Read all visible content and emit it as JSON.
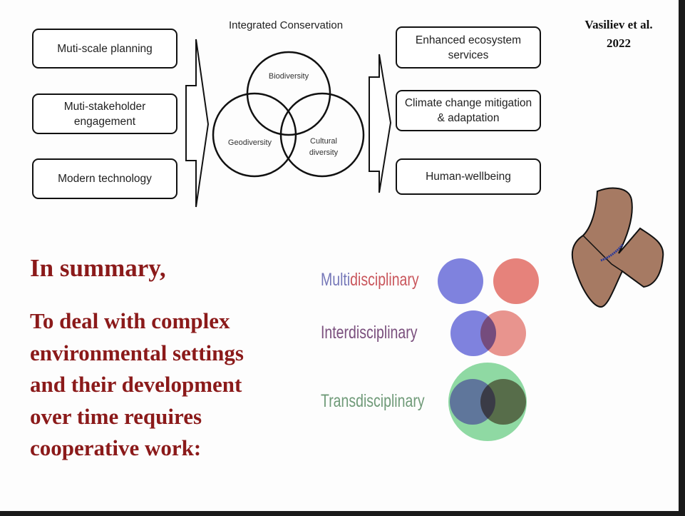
{
  "inputs": [
    "Muti-scale planning",
    "Muti-stakeholder engagement",
    "Modern technology"
  ],
  "venn": {
    "title": "Integrated Conservation",
    "circles": [
      "Biodiversity",
      "Geodiversity",
      "Cultural diversity"
    ]
  },
  "outputs": [
    "Enhanced ecosystem services",
    "Climate change mitigation & adaptation",
    "Human-wellbeing"
  ],
  "citation": {
    "line1": "Vasiliev et al.",
    "line2": "2022"
  },
  "summary": {
    "heading": "In summary,",
    "body": [
      "To deal with complex",
      "environmental settings",
      "and their development",
      "over time requires",
      "cooperative work:"
    ]
  },
  "disciplines": {
    "multi_a": "Multi",
    "multi_b": "disciplinary",
    "inter": "Interdisciplinary",
    "trans": "Transdisciplinary"
  },
  "colors": {
    "blue": "#7f82de",
    "red": "#e6827b",
    "green": "#8fd9a3",
    "summary": "#8b1a1a"
  }
}
